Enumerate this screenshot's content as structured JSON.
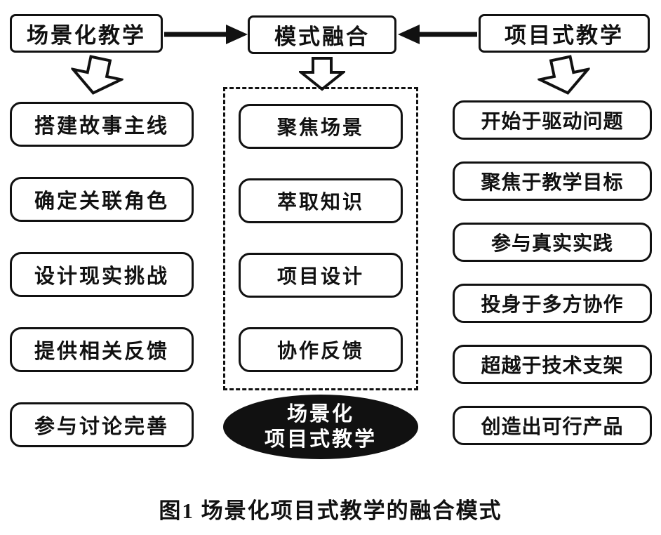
{
  "top": {
    "left_box": "场景化教学",
    "center_box": "模式融合",
    "right_box": "项目式教学"
  },
  "left_column": {
    "items": [
      "搭建故事主线",
      "确定关联角色",
      "设计现实挑战",
      "提供相关反馈",
      "参与讨论完善"
    ]
  },
  "center_column": {
    "items": [
      "聚焦场景",
      "萃取知识",
      "项目设计",
      "协作反馈"
    ],
    "result": {
      "line1": "场景化",
      "line2": "项目式教学"
    }
  },
  "right_column": {
    "items": [
      "开始于驱动问题",
      "聚焦于教学目标",
      "参与真实实践",
      "投身于多方协作",
      "超越于技术支架",
      "创造出可行产品"
    ]
  },
  "caption": "图1 场景化项目式教学的融合模式",
  "colors": {
    "line": "#111111",
    "background": "#ffffff",
    "result_background": "#111111",
    "result_text": "#ffffff"
  }
}
